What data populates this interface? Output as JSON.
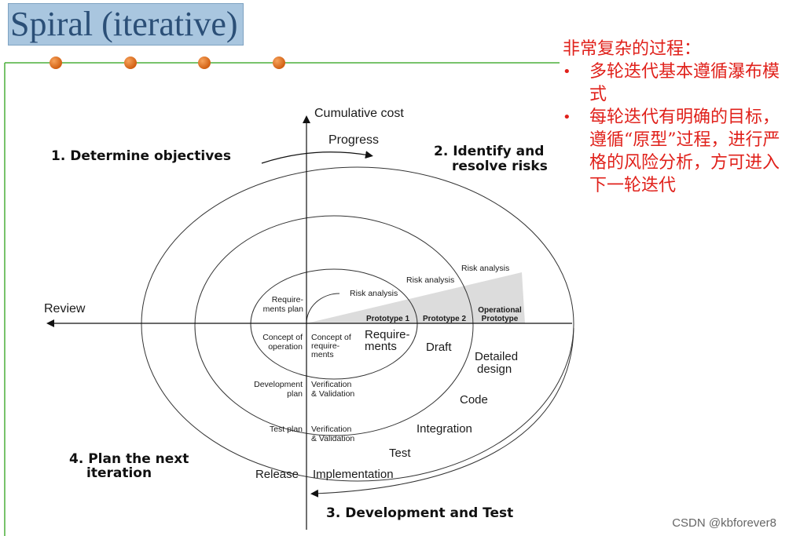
{
  "title": "Spiral (iterative)",
  "side_note": {
    "heading": "非常复杂的过程：",
    "bullets": [
      "多轮迭代基本遵循瀑布模式",
      "每轮迭代有明确的目标，遵循“原型”过程，进行严格的风险分析，方可进入下一轮迭代"
    ],
    "bullet_char": "•"
  },
  "diagram": {
    "y_axis_label": "Cumulative cost",
    "x_axis_label": "Review",
    "progress_label": "Progress",
    "quadrants": {
      "q1": "1. Determine objectives",
      "q2_line1": "2. Identify and",
      "q2_line2": "resolve risks",
      "q3": "3. Development and Test",
      "q4_line1": "4. Plan the next",
      "q4_line2": "iteration"
    },
    "labels": {
      "requirements_plan_1": "Require-",
      "requirements_plan_2": "ments plan",
      "concept_operation_1": "Concept of",
      "concept_operation_2": "operation",
      "concept_req_1": "Concept of",
      "concept_req_2": "require-",
      "concept_req_3": "ments",
      "development_plan_1": "Development",
      "development_plan_2": "plan",
      "verification_1_a": "Verification",
      "verification_1_b": "& Validation",
      "test_plan": "Test plan",
      "verification_2_a": "Verification",
      "verification_2_b": "& Validation",
      "risk_analysis_1": "Risk analysis",
      "risk_analysis_2": "Risk analysis",
      "risk_analysis_3": "Risk analysis",
      "prototype_1": "Prototype 1",
      "prototype_2": "Prototype 2",
      "operational_prototype_1": "Operational",
      "operational_prototype_2": "Prototype",
      "requirements_1": "Require-",
      "requirements_2": "ments",
      "draft": "Draft",
      "detailed_design_1": "Detailed",
      "detailed_design_2": "design",
      "code": "Code",
      "integration": "Integration",
      "test": "Test",
      "release": "Release",
      "implementation": "Implementation"
    }
  },
  "colors": {
    "accent_line": "#4caf3a",
    "dot": "#e3701f",
    "side_note": "#e0211b",
    "title_bg": "#a9c6df"
  },
  "watermark": "CSDN @kbforever8"
}
